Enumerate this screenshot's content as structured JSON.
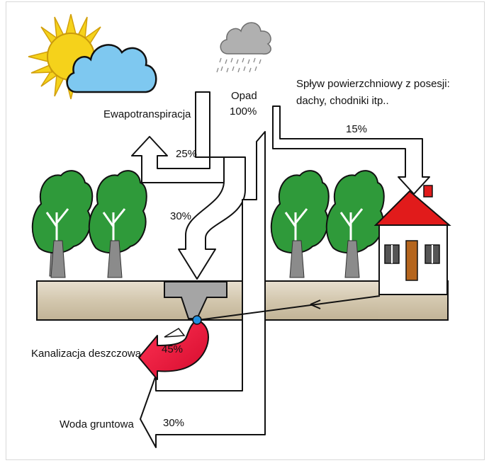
{
  "labels": {
    "evapotranspiration": "Ewapotranspiracja",
    "precip_label": "Opad",
    "precip_value": "100%",
    "runoff_line1": "Spływ powierzchniowy z posesji:",
    "runoff_line2": "dachy, chodniki itp..",
    "runoff_value": "15%",
    "evap_value": "25%",
    "infiltration_value": "30%",
    "storm_sewer": "Kanalizacja deszczowa",
    "storm_value": "45%",
    "groundwater": "Woda gruntowa",
    "groundwater_value": "30%"
  },
  "colors": {
    "sun": "#f5d21b",
    "cloud": "#7ec8f0",
    "rain_cloud": "#a8a8a8",
    "tree": "#2f9a3a",
    "trunk": "#8b8b8b",
    "ground": "#d6cbb5",
    "roof": "#e11b1b",
    "storm_arrow": "#e8103a",
    "inlet": "#a5a5a5"
  }
}
